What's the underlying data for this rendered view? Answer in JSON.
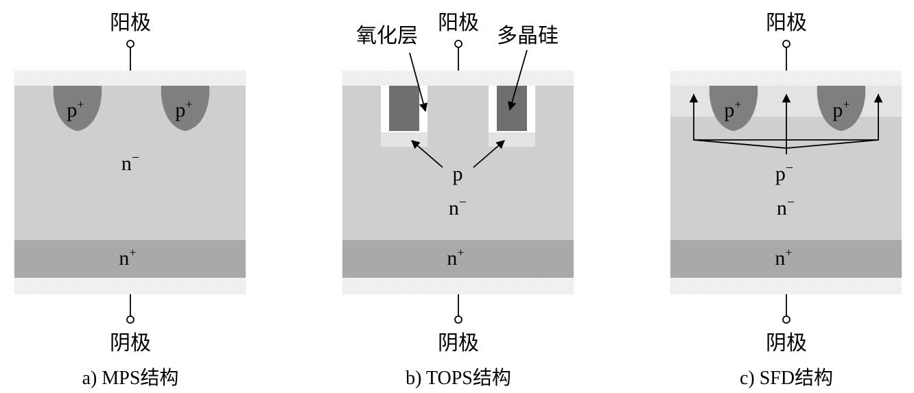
{
  "common": {
    "anode_label": "阳极",
    "cathode_label": "阴极"
  },
  "panels": [
    {
      "caption": "a) MPS结构",
      "p_region": "p",
      "p_sup": "+",
      "drift": "n",
      "drift_sup": "−",
      "substrate": "n",
      "substrate_sup": "+"
    },
    {
      "caption": "b) TOPS结构",
      "oxide_label": "氧化层",
      "poly_label": "多晶硅",
      "p_label": "p",
      "drift": "n",
      "drift_sup": "−",
      "substrate": "n",
      "substrate_sup": "+"
    },
    {
      "caption": "c) SFD结构",
      "p_region": "p",
      "p_sup": "+",
      "p_minus": "p",
      "p_minus_sup": "−",
      "drift": "n",
      "drift_sup": "−",
      "substrate": "n",
      "substrate_sup": "+"
    }
  ],
  "colors": {
    "metal_dots": "#bfbfbf",
    "drift_region": "#cfcfcf",
    "substrate_region": "#a9a9a9",
    "p_plus_region": "#7f7f7f",
    "p_layer_light": "#e3e3e3",
    "poly_fill": "#6f6f6f"
  }
}
